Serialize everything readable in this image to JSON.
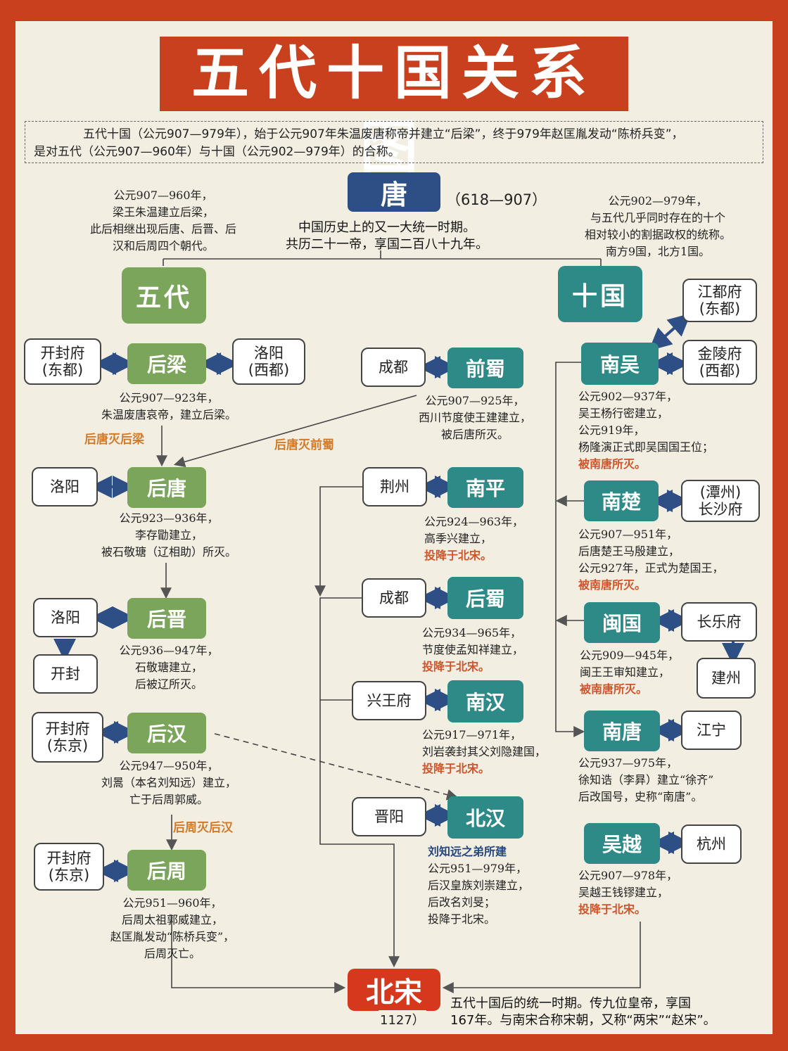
{
  "title": "五代十国关系图",
  "intro": {
    "line1": "五代十国（公元907—979年），始于公元907年朱温废唐称帝并建立“后梁”，终于979年赵匡胤发动“陈桥兵变”，",
    "line2": "是对五代（公元907—960年）与十国（公元902—979年）的合称。"
  },
  "tang": {
    "name": "唐",
    "years": "（618—907）",
    "desc1": "中国历史上的又一大统一时期。",
    "desc2": "共历二十一帝，享国二百八十九年。"
  },
  "wudai": {
    "label": "五代",
    "note": [
      "公元907—960年，",
      "梁王朱温建立后梁，",
      "此后相继出现后唐、后晋、后",
      "汉和后周四个朝代。"
    ]
  },
  "shiguo": {
    "label": "十国",
    "note": [
      "公元902—979年，",
      "与五代几乎同时存在的十个",
      "相对较小的割据政权的统称。",
      "南方9国，北方1国。"
    ]
  },
  "houliang": {
    "name": "后梁",
    "city_left": [
      "开封府",
      "(东都)"
    ],
    "city_right": [
      "洛阳",
      "(西都)"
    ],
    "note": [
      "公元907—923年，",
      "朱温废唐哀帝，建立后梁。"
    ]
  },
  "houtang": {
    "name": "后唐",
    "city": "洛阳",
    "note": [
      "公元923—936年，",
      "李存勖建立，",
      "被石敬瑭（辽相助）所灭。"
    ]
  },
  "houjin": {
    "name": "后晋",
    "city": "洛阳",
    "city2": "开封",
    "note": [
      "公元936—947年，",
      "石敬瑭建立，",
      "后被辽所灭。"
    ]
  },
  "houhan": {
    "name": "后汉",
    "city": [
      "开封府",
      "(东京)"
    ],
    "note": [
      "公元947—950年，",
      "刘暠（本名刘知远）建立，",
      "亡于后周郭威。"
    ]
  },
  "houzhou": {
    "name": "后周",
    "city": [
      "开封府",
      "(东京)"
    ],
    "note": [
      "公元951—960年，",
      "后周太祖郭威建立，",
      "赵匡胤发动“陈桥兵变”，",
      "后周灭亡。"
    ]
  },
  "qianshu": {
    "name": "前蜀",
    "city": "成都",
    "note": [
      "公元907—925年，",
      "西川节度使王建建立，",
      "被后唐所灭。"
    ]
  },
  "nanping": {
    "name": "南平",
    "city": "荆州",
    "note": [
      "公元924—963年，",
      "高季兴建立，"
    ],
    "end": "投降于北宋。"
  },
  "houshu": {
    "name": "后蜀",
    "city": "成都",
    "note": [
      "公元934—965年，",
      "节度使孟知祥建立，"
    ],
    "end": "投降于北宋。"
  },
  "nanhan": {
    "name": "南汉",
    "city": "兴王府",
    "note": [
      "公元917—971年，",
      "刘岩袭封其父刘隐建国，"
    ],
    "end": "投降于北宋。"
  },
  "beihan": {
    "name": "北汉",
    "city": "晋阳",
    "sub": "刘知远之弟所建",
    "note": [
      "公元951—979年，",
      "后汉皇族刘崇建立，",
      "后改名刘旻；",
      "投降于北宋。"
    ]
  },
  "nanwu": {
    "name": "南吴",
    "city_up": [
      "江都府",
      "(东都)"
    ],
    "city_right": [
      "金陵府",
      "(西都)"
    ],
    "note": [
      "公元902—937年，",
      "吴王杨行密建立，",
      "公元919年，",
      "杨隆演正式即吴国国王位；"
    ],
    "end": "被南唐所灭。"
  },
  "nanchu": {
    "name": "南楚",
    "city": [
      "(潭州)",
      "长沙府"
    ],
    "note": [
      "公元907—951年，",
      "后唐楚王马殷建立，",
      "公元927年，正式为楚国王，"
    ],
    "end": "被南唐所灭。"
  },
  "minguo": {
    "name": "闽国",
    "city": "长乐府",
    "city2": "建州",
    "note": [
      "公元909—945年，",
      "闽王王审知建立，"
    ],
    "end": "被南唐所灭。"
  },
  "nantang": {
    "name": "南唐",
    "city": "江宁",
    "note": [
      "公元937—975年，",
      "徐知诰（李昪）建立“徐齐”",
      "后改国号，史称“南唐”。"
    ]
  },
  "wuyue": {
    "name": "吴越",
    "city": "杭州",
    "note": [
      "公元907—978年，",
      "吴越王钱镠建立，"
    ],
    "end": "投降于北宋。"
  },
  "tags": {
    "t1": "后唐灭后梁",
    "t2": "后唐灭前蜀",
    "t3": "后周灭后汉"
  },
  "beisong": {
    "name": "北宋",
    "years": "1127）",
    "desc1": "五代十国后的统一时期。传九位皇帝，享国",
    "desc2": "167年。与南宋合称宋朝，又称“两宋”“赵宋”。"
  },
  "colors": {
    "frame": "#c8401e",
    "wudai_green": "#7aa55a",
    "shiguo_teal": "#2d8a87",
    "tang_blue": "#2e4f86",
    "accent_orange": "#d0542a"
  }
}
